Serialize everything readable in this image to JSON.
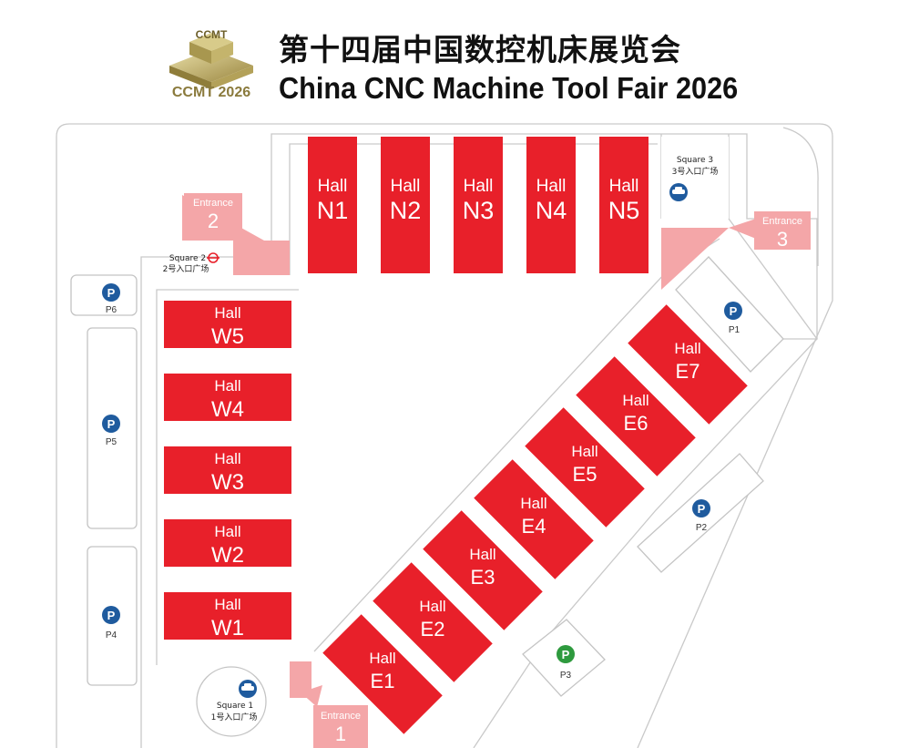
{
  "header": {
    "logo_text": "CCMT",
    "logo_caption": "CCMT 2026",
    "title_cn": "第十四届中国数控机床展览会",
    "title_en": "China CNC Machine Tool Fair 2026"
  },
  "colors": {
    "hall": "#e8202a",
    "entrance": "#f4a6a8",
    "parking_blue": "#1f5b9e",
    "parking_green": "#2e9a3e",
    "road": "#c9c9c9"
  },
  "halls": {
    "prefix": "Hall",
    "north": [
      "N1",
      "N2",
      "N3",
      "N4",
      "N5"
    ],
    "west": [
      "W5",
      "W4",
      "W3",
      "W2",
      "W1"
    ],
    "east": [
      "E1",
      "E2",
      "E3",
      "E4",
      "E5",
      "E6",
      "E7"
    ]
  },
  "entrances": [
    {
      "label": "Entrance",
      "number": "1"
    },
    {
      "label": "Entrance",
      "number": "2"
    },
    {
      "label": "Entrance",
      "number": "3"
    }
  ],
  "squares": [
    {
      "en": "Square 1",
      "cn": "1号入口广场",
      "icon": "car-icon"
    },
    {
      "en": "Square 2",
      "cn": "2号入口广场",
      "icon": "metro-icon"
    },
    {
      "en": "Square 3",
      "cn": "3号入口广场",
      "icon": "car-icon"
    }
  ],
  "parking": {
    "glyph": "P",
    "lots": [
      "P1",
      "P2",
      "P3",
      "P4",
      "P5",
      "P6"
    ]
  }
}
